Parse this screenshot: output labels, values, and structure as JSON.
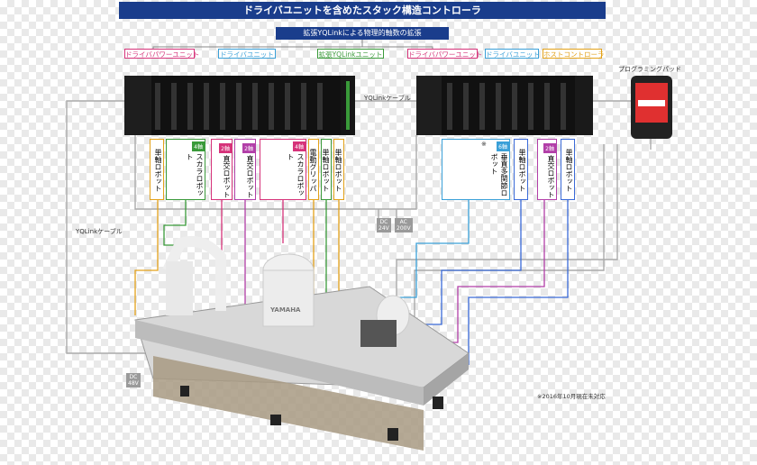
{
  "title": "ドライバユニットを含めたスタック構造コントローラ",
  "subtitle": "拡張YQLinkによる物理的軸数の拡張",
  "top_units": [
    {
      "label": "ドライバパワーユニット",
      "color": "#d6337a"
    },
    {
      "label": "ドライバユニット",
      "color": "#3aa0d8"
    },
    {
      "label": "拡張YQLinkユニット",
      "color": "#3a9a3a"
    },
    {
      "label": "ドライバパワーユニット",
      "color": "#d6337a"
    },
    {
      "label": "ドライバユニット",
      "color": "#3aa0d8"
    },
    {
      "label": "ホストコントローラ",
      "color": "#e3a21a"
    }
  ],
  "cables": {
    "yqlink_mid": "YQLinkケーブル",
    "yqlink_left": "YQLinkケーブル"
  },
  "pendant": "プログラミングパッド",
  "power": {
    "dc24": "DC\n24V",
    "ac200": "AC\n200V",
    "dc48": "DC\n48V"
  },
  "robots_left": [
    {
      "label": "単軸ロボット",
      "axis": "",
      "color": "#e3a21a",
      "axis_color": ""
    },
    {
      "label": "スカラロボット",
      "axis": "4軸",
      "color": "#3a9a3a",
      "axis_color": "#3a9a3a"
    },
    {
      "label": "直交ロボット",
      "axis": "2軸",
      "color": "#d6337a",
      "axis_color": "#d6337a"
    },
    {
      "label": "直交ロボット",
      "axis": "2軸",
      "color": "#b23fa8",
      "axis_color": "#b23fa8"
    },
    {
      "label": "スカラロボット",
      "axis": "4軸",
      "color": "#d6337a",
      "axis_color": "#d6337a"
    },
    {
      "label": "電動グリッパ",
      "axis": "",
      "color": "#e3a21a",
      "axis_color": ""
    },
    {
      "label": "単軸ロボット",
      "axis": "",
      "color": "#3a9a3a",
      "axis_color": ""
    },
    {
      "label": "単軸ロボット",
      "axis": "",
      "color": "#e3a21a",
      "axis_color": ""
    }
  ],
  "robots_right": [
    {
      "label": "垂直多関節ロボット",
      "axis": "6軸",
      "color": "#3aa0d8",
      "axis_color": "#3aa0d8",
      "note": "※"
    },
    {
      "label": "単軸ロボット",
      "axis": "",
      "color": "#3a6ad8",
      "axis_color": ""
    },
    {
      "label": "直交ロボット",
      "axis": "2軸",
      "color": "#b23fa8",
      "axis_color": "#b23fa8"
    },
    {
      "label": "単軸ロボット",
      "axis": "",
      "color": "#3a6ad8",
      "axis_color": ""
    }
  ],
  "brand": "YAMAHA",
  "footnote": "※2016年10月現在未対応",
  "colors": {
    "navy": "#1a3d8c",
    "cable_gray": "#aaaaaa"
  }
}
